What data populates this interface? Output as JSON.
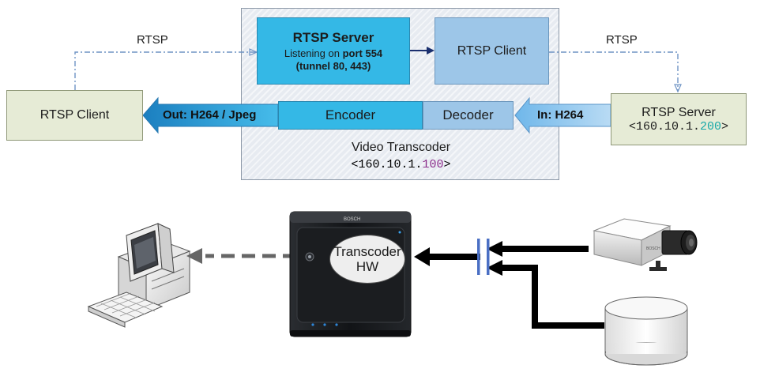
{
  "top": {
    "transcoder": {
      "rtsp_server_title": "RTSP Server",
      "rtsp_server_listen_prefix": "Listening on ",
      "rtsp_server_listen_port": "port 554",
      "rtsp_server_tunnel": "(tunnel 80, 443)",
      "rtsp_client_label": "RTSP Client",
      "encoder_label": "Encoder",
      "decoder_label": "Decoder",
      "title": "Video Transcoder",
      "ip_prefix": "<160.10.1.",
      "ip_suffix": "100",
      "ip_close": ">"
    },
    "left_client": {
      "label": "RTSP Client"
    },
    "right_server": {
      "label": "RTSP Server",
      "ip_prefix": "<160.10.1.",
      "ip_suffix": "200",
      "ip_close": ">"
    },
    "rtsp_left_label": "RTSP",
    "rtsp_right_label": "RTSP",
    "out_arrow_label": "Out: H264 / Jpeg",
    "in_arrow_label": "In: H264"
  },
  "bottom": {
    "hw_line1": "Transcoder",
    "hw_line2": "HW",
    "brand": "BOSCH"
  },
  "colors": {
    "server_blue": "#34b8e6",
    "client_blue": "#9dc6e8",
    "endpoint_beige": "#e6ebd6",
    "ip_teal": "#17a8a8",
    "ip_purple": "#8a2b8a"
  }
}
